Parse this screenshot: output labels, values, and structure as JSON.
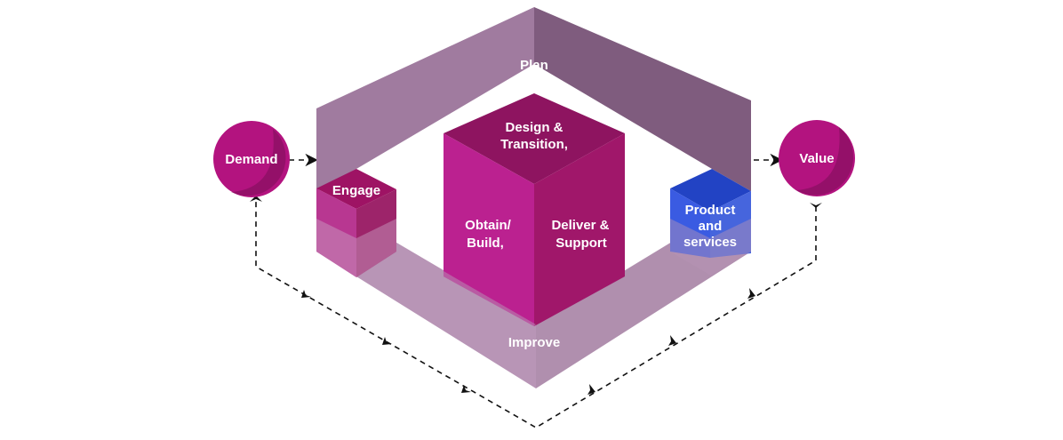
{
  "labels": {
    "demand": "Demand",
    "value": "Value",
    "plan": "Plan",
    "improve": "Improve",
    "engage": "Engage",
    "design_1": "Design &",
    "design_2": "Transition,",
    "obtain_1": "Obtain/",
    "obtain_2": "Build,",
    "deliver_1": "Deliver &",
    "deliver_2": "Support",
    "product_1": "Product",
    "product_2": "and",
    "product_3": "services"
  },
  "colors": {
    "plan_left": "#a07b9f",
    "plan_right": "#7f5c7e",
    "improve_band": "#b895b6",
    "engage_front": "#bf1d8c",
    "central_top": "#8e1460",
    "central_left": "#bb2190",
    "central_right": "#a0176a",
    "product_front": "#3a5be2",
    "product_top": "#2243c4",
    "circle": "#b3137f",
    "circle_dark": "#7f0f5a",
    "arrow": "#111111"
  }
}
